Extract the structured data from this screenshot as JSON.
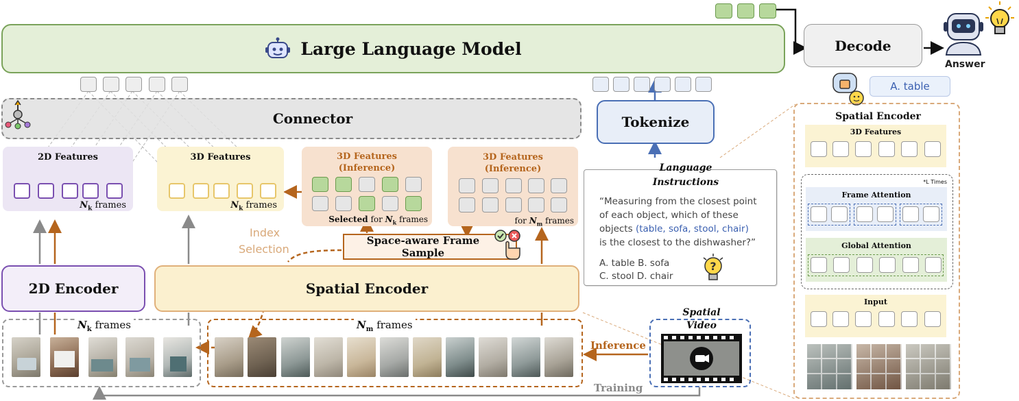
{
  "llm": {
    "title": "Large Language Model"
  },
  "decode": {
    "label": "Decode"
  },
  "answer": {
    "label": "Answer",
    "bubble": "A. table"
  },
  "connector": {
    "label": "Connector"
  },
  "tokenize": {
    "label": "Tokenize"
  },
  "features_2d": {
    "title": "2D Features",
    "caption_sym": "N",
    "caption_sub": "k",
    "caption_text": "frames"
  },
  "features_3d": {
    "title": "3D Features",
    "caption_sym": "N",
    "caption_sub": "k",
    "caption_text": "frames"
  },
  "inference_a": {
    "title_line1": "3D Features",
    "title_line2": "(Inference)",
    "caption_pre": "Selected",
    "caption_mid": "for",
    "caption_sym": "N",
    "caption_sub": "k",
    "caption_text": "frames"
  },
  "inference_b": {
    "title_line1": "3D Features",
    "title_line2": "(Inference)",
    "caption_pre": "for",
    "caption_sym": "N",
    "caption_sub": "m",
    "caption_text": "frames"
  },
  "frame_sample": {
    "label": "Space-aware Frame Sample"
  },
  "index_selection": {
    "line1": "Index",
    "line2": "Selection"
  },
  "encoder_2d": {
    "label": "2D Encoder"
  },
  "spatial_encoder": {
    "label": "Spatial Encoder"
  },
  "nk_frames": {
    "sym": "N",
    "sub": "k",
    "text": "frames"
  },
  "nm_frames": {
    "sym": "N",
    "sub": "m",
    "text": "frames"
  },
  "spatial_video": {
    "line1": "Spatial",
    "line2": "Video"
  },
  "inference_label": "Inference",
  "training_label": "Training",
  "language": {
    "title_line1": "Language",
    "title_line2": "Instructions",
    "q_line1": "“Measuring from the closest point",
    "q_line2": "of each object, which of these",
    "q_line3_pre": "objects",
    "q_line3_list": "(table, sofa, stool, chair)",
    "q_line4": "is the closest to the dishwasher?”",
    "opt_line1": "A. table B. sofa",
    "opt_line2": "C. stool  D. chair"
  },
  "detail": {
    "title": "Spatial Encoder",
    "features_3d": "3D Features",
    "l_times": "*L Times",
    "frame_attention": "Frame Attention",
    "global_attention": "Global Attention",
    "input": "Input"
  },
  "colors": {
    "llm_fill": "#e4efd8",
    "llm_border": "#7aa35a",
    "purple_fill": "#ece6f4",
    "purple_border": "#7a4fb0",
    "yellow_fill": "#fbf3d3",
    "yellow_border": "#e7c66a",
    "peach_fill": "#f7e1cf",
    "orange": "#b5651d",
    "blue_fill": "#e8eef8",
    "blue_border": "#4a6fb5",
    "green_token": "#b7d89c"
  }
}
